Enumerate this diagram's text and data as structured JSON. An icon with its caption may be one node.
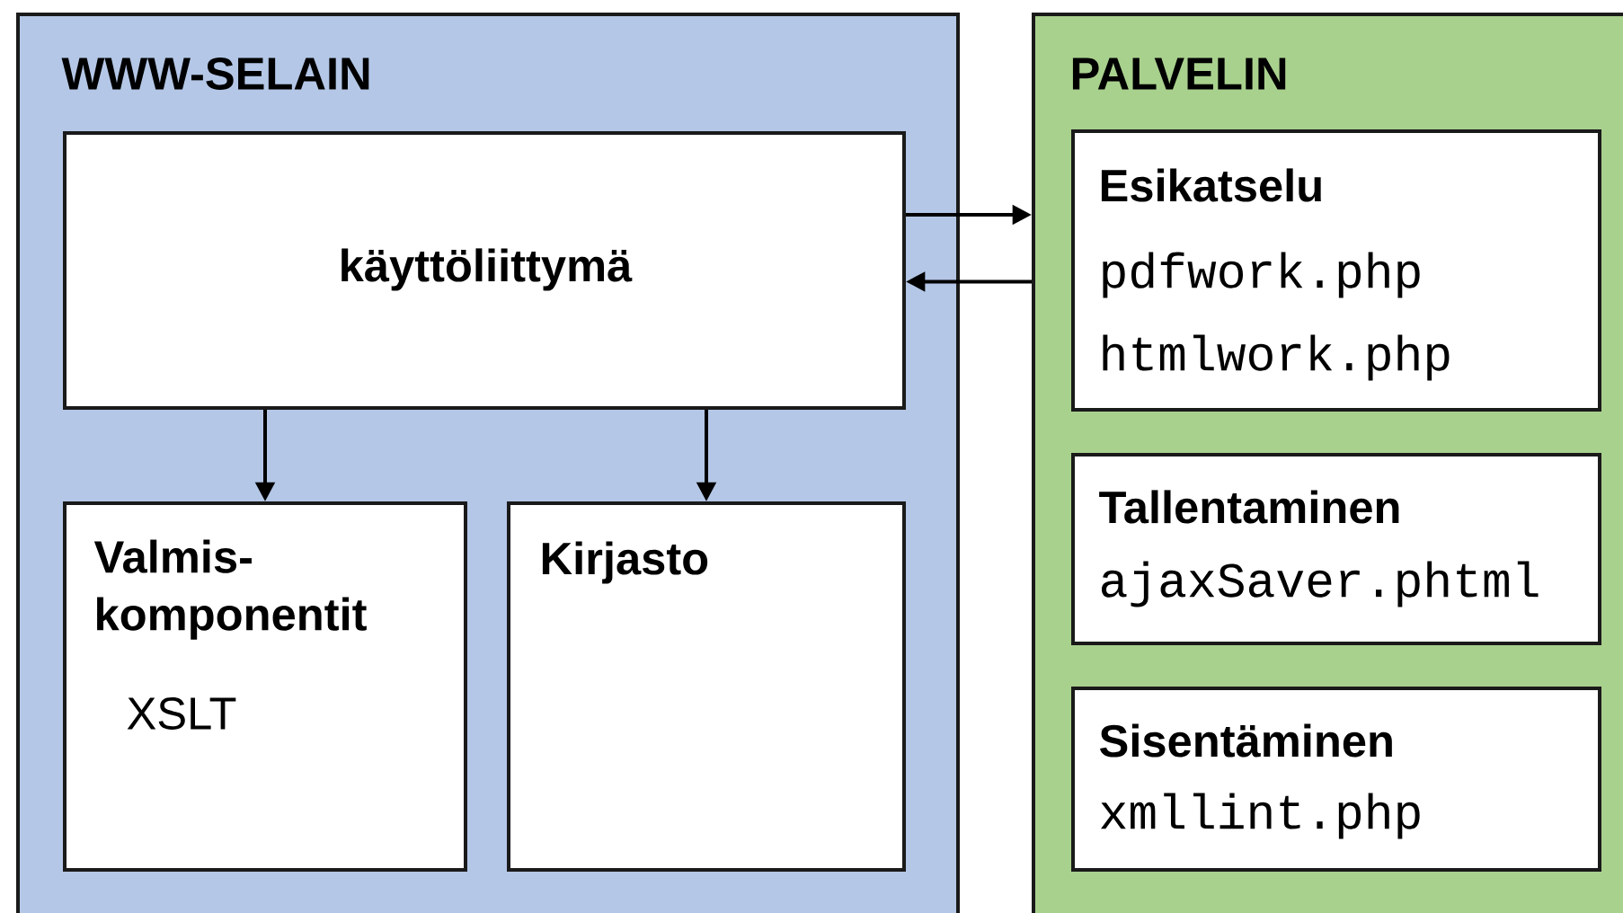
{
  "diagram": {
    "nodes": [
      {
        "text": [
          "WWW-SELAIN"
        ]
      },
      {
        "text": [
          "käyttöliittymä"
        ],
        "in": 0
      },
      {
        "text": [
          "Valmis-komponentit",
          "XSLT"
        ],
        "in": 0
      },
      {
        "text": [
          "Kirjasto"
        ],
        "in": 0
      },
      {
        "text": [
          "PALVELIN"
        ]
      },
      {
        "text": [
          "Esikatselu",
          "pdfwork.php",
          "htmlwork.php"
        ],
        "in": 4
      },
      {
        "text": [
          "Tallentaminen",
          "ajaxSaver.phtml"
        ],
        "in": 4
      },
      {
        "text": [
          "Sisentäminen",
          "xmllint.php"
        ],
        "in": 4
      }
    ],
    "edges": [
      {
        "from": 1,
        "to": 2,
        "arrow": "to"
      },
      {
        "from": 1,
        "to": 3,
        "arrow": "to"
      },
      {
        "from": 1,
        "to": 4,
        "arrow": "to"
      },
      {
        "from": 4,
        "to": 1,
        "arrow": "to"
      }
    ]
  }
}
